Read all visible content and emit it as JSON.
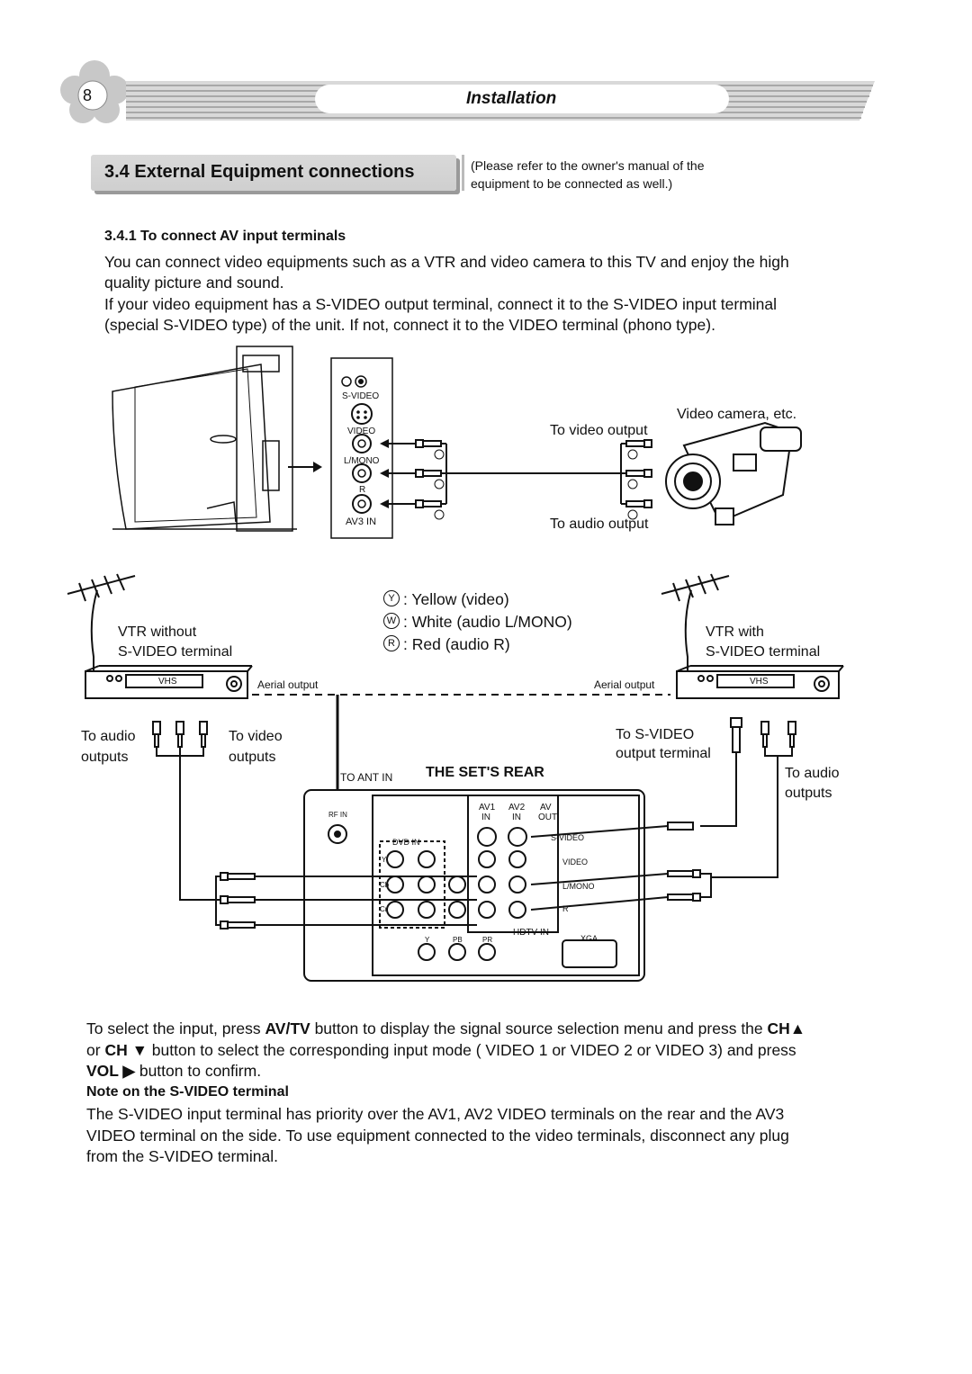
{
  "header": {
    "page_number": "8",
    "title": "Installation"
  },
  "section": {
    "title": "3.4 External Equipment connections",
    "note_line1": "(Please refer to the owner's manual of the",
    "note_line2": "equipment to be connected as well.)"
  },
  "subsection": {
    "title": "3.4.1 To connect AV input terminals",
    "para1_line1": "You can connect video equipments such as a VTR and video camera to this TV and enjoy the high",
    "para1_line2": "quality picture and sound.",
    "para2_line1": "If your video equipment has a S-VIDEO output terminal, connect it to the S-VIDEO input terminal",
    "para2_line2": "(special S-VIDEO type) of the unit. If not, connect it to the VIDEO terminal (phono type)."
  },
  "diagram_top": {
    "side_panel": {
      "s_video": "S-VIDEO",
      "video": "VIDEO",
      "l_mono": "L/MONO",
      "r": "R",
      "av3_in": "AV3 IN"
    },
    "video_camera": "Video camera, etc.",
    "to_video_output": "To video output",
    "to_audio_output": "To audio output"
  },
  "legend": {
    "y_symbol": "Y",
    "w_symbol": "W",
    "r_symbol": "R",
    "yellow": ": Yellow (video)",
    "white": ": White (audio L/MONO)",
    "red": ": Red (audio R)"
  },
  "diagram_bottom": {
    "vtr_without_line1": "VTR without",
    "vtr_without_line2": "S-VIDEO terminal",
    "vtr_with_line1": "VTR with",
    "vtr_with_line2": "S-VIDEO terminal",
    "vhs": "VHS",
    "aerial_output": "Aerial output",
    "to_audio": "To audio",
    "outputs": "outputs",
    "to_video": "To video",
    "to_s_video": "To S-VIDEO",
    "output_terminal": "output terminal",
    "to_audio_outputs_line1": "To audio",
    "to_audio_outputs_line2": "outputs",
    "to_ant_in": "TO ANT IN",
    "sets_rear": "THE SET'S REAR",
    "rf_in": "RF IN",
    "av1": "AV1",
    "av2": "AV2",
    "av": "AV",
    "in": "IN",
    "out": "OUT",
    "dvd_in": "DVD IN",
    "s_video": "S-VIDEO",
    "video": "VIDEO",
    "l_mono": "L/MONO",
    "r": "R",
    "y": "Y",
    "cb": "Cb",
    "cr": "Cr",
    "hdtv_in": "HDTV IN",
    "pb": "PB",
    "pr": "PR",
    "xga": "XGA"
  },
  "instructions": {
    "line1_pre": "To select the input, press ",
    "line1_av": "AV/TV",
    "line1_mid": " button to display the signal source selection menu and press the ",
    "line1_ch": "CH▲",
    "line2_or": "or ",
    "line2_ch": "CH ▼",
    "line2_rest": " button to select the corresponding input mode ( VIDEO 1 or VIDEO 2 or VIDEO 3) and press",
    "line3_vol": "VOL ▶",
    "line3_rest": " button to confirm."
  },
  "note": {
    "title": "Note on the S-VIDEO terminal",
    "line1": "The S-VIDEO input terminal has priority over the AV1, AV2 VIDEO terminals on the rear and the AV3",
    "line2": "VIDEO terminal on the side. To use equipment connected to the video terminals, disconnect any plug",
    "line3": "from the S-VIDEO terminal."
  }
}
